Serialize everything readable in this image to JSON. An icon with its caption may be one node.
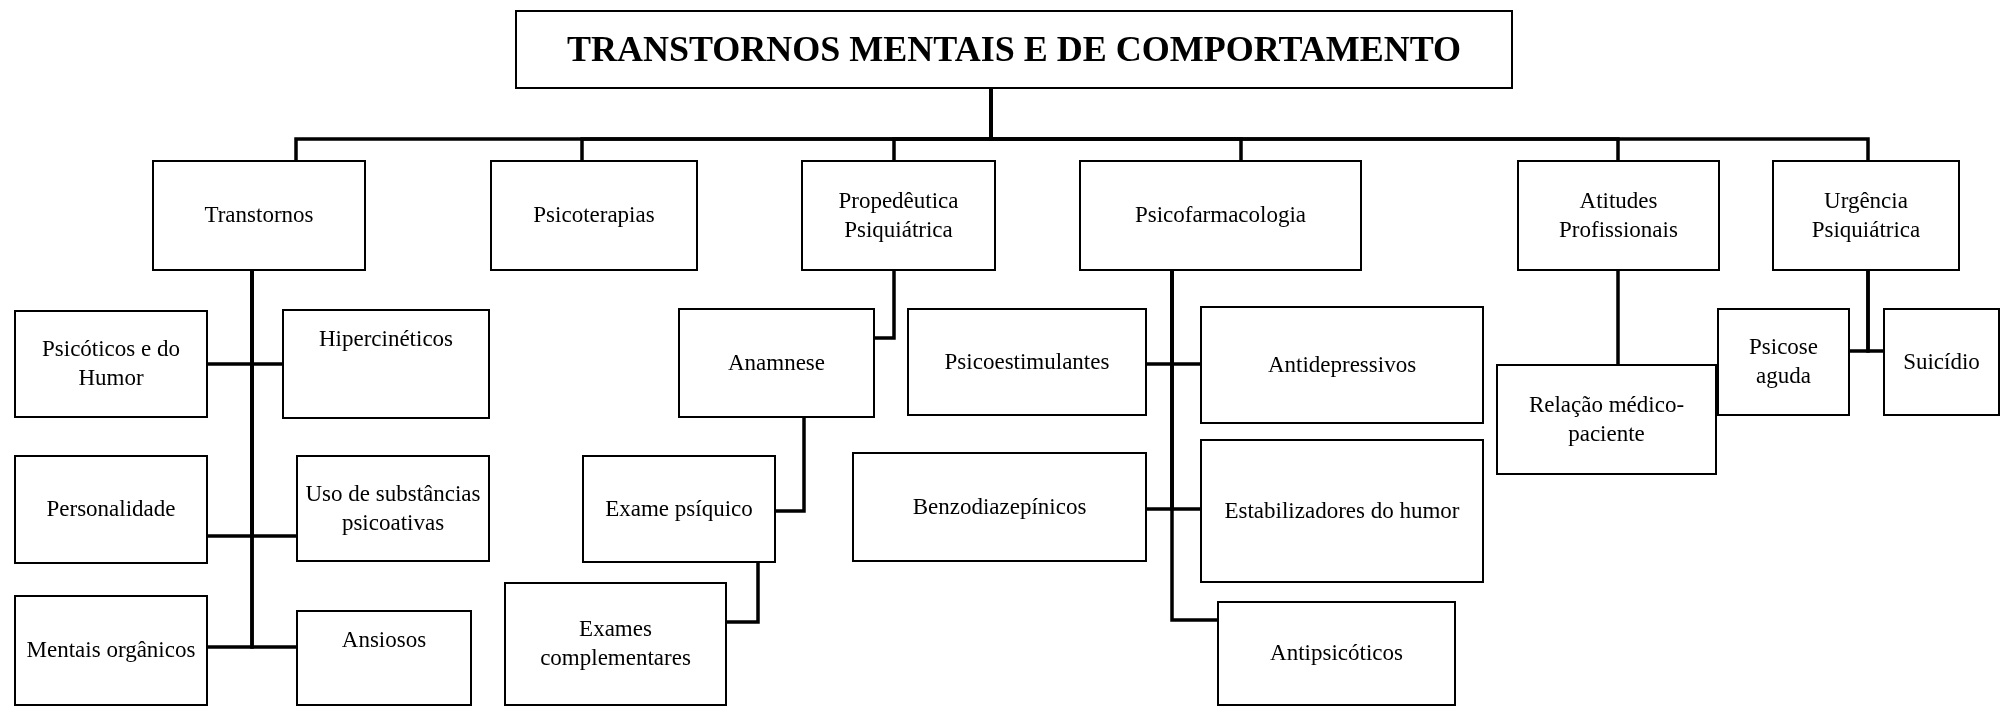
{
  "diagram": {
    "nodes": [
      {
        "text": [
          "TRANSTORNOS MENTAIS E DE COMPORTAMENTO"
        ]
      },
      {
        "text": [
          "Transtornos"
        ]
      },
      {
        "text": [
          "Psicoterapias"
        ]
      },
      {
        "text": [
          "Propedêutica Psiquiátrica"
        ]
      },
      {
        "text": [
          "Psicofarmacologia"
        ]
      },
      {
        "text": [
          "Atitudes Profissionais"
        ]
      },
      {
        "text": [
          "Urgência Psiquiátrica"
        ]
      },
      {
        "text": [
          "Psicóticos e do Humor"
        ]
      },
      {
        "text": [
          "Hipercinéticos"
        ]
      },
      {
        "text": [
          "Personalidade"
        ]
      },
      {
        "text": [
          "Uso de substâncias psicoativas"
        ]
      },
      {
        "text": [
          "Mentais orgânicos"
        ]
      },
      {
        "text": [
          "Ansiosos"
        ]
      },
      {
        "text": [
          "Anamnese"
        ]
      },
      {
        "text": [
          "Exame psíquico"
        ]
      },
      {
        "text": [
          "Exames complementares"
        ]
      },
      {
        "text": [
          "Psicoestimulantes"
        ]
      },
      {
        "text": [
          "Antidepressivos"
        ]
      },
      {
        "text": [
          "Benzodiazepínicos"
        ]
      },
      {
        "text": [
          "Estabilizadores do humor"
        ]
      },
      {
        "text": [
          "Antipsicóticos"
        ]
      },
      {
        "text": [
          "Relação médico-paciente"
        ]
      },
      {
        "text": [
          "Psicose aguda"
        ]
      },
      {
        "text": [
          "Suicídio"
        ]
      }
    ],
    "edges": [
      {
        "from": 0,
        "to": 1,
        "arrow": "none"
      },
      {
        "from": 0,
        "to": 2,
        "arrow": "none"
      },
      {
        "from": 0,
        "to": 3,
        "arrow": "none"
      },
      {
        "from": 0,
        "to": 4,
        "arrow": "none"
      },
      {
        "from": 0,
        "to": 5,
        "arrow": "none"
      },
      {
        "from": 0,
        "to": 6,
        "arrow": "none"
      },
      {
        "from": 1,
        "to": 7,
        "arrow": "none"
      },
      {
        "from": 1,
        "to": 8,
        "arrow": "none"
      },
      {
        "from": 1,
        "to": 9,
        "arrow": "none"
      },
      {
        "from": 1,
        "to": 10,
        "arrow": "none"
      },
      {
        "from": 1,
        "to": 11,
        "arrow": "none"
      },
      {
        "from": 1,
        "to": 12,
        "arrow": "none"
      },
      {
        "from": 3,
        "to": 13,
        "arrow": "none"
      },
      {
        "from": 13,
        "to": 14,
        "arrow": "none"
      },
      {
        "from": 14,
        "to": 15,
        "arrow": "none"
      },
      {
        "from": 4,
        "to": 16,
        "arrow": "none"
      },
      {
        "from": 4,
        "to": 17,
        "arrow": "none"
      },
      {
        "from": 4,
        "to": 18,
        "arrow": "none"
      },
      {
        "from": 4,
        "to": 19,
        "arrow": "none"
      },
      {
        "from": 4,
        "to": 20,
        "arrow": "none"
      },
      {
        "from": 5,
        "to": 21,
        "arrow": "none"
      },
      {
        "from": 6,
        "to": 22,
        "arrow": "none"
      },
      {
        "from": 6,
        "to": 23,
        "arrow": "none"
      }
    ]
  }
}
